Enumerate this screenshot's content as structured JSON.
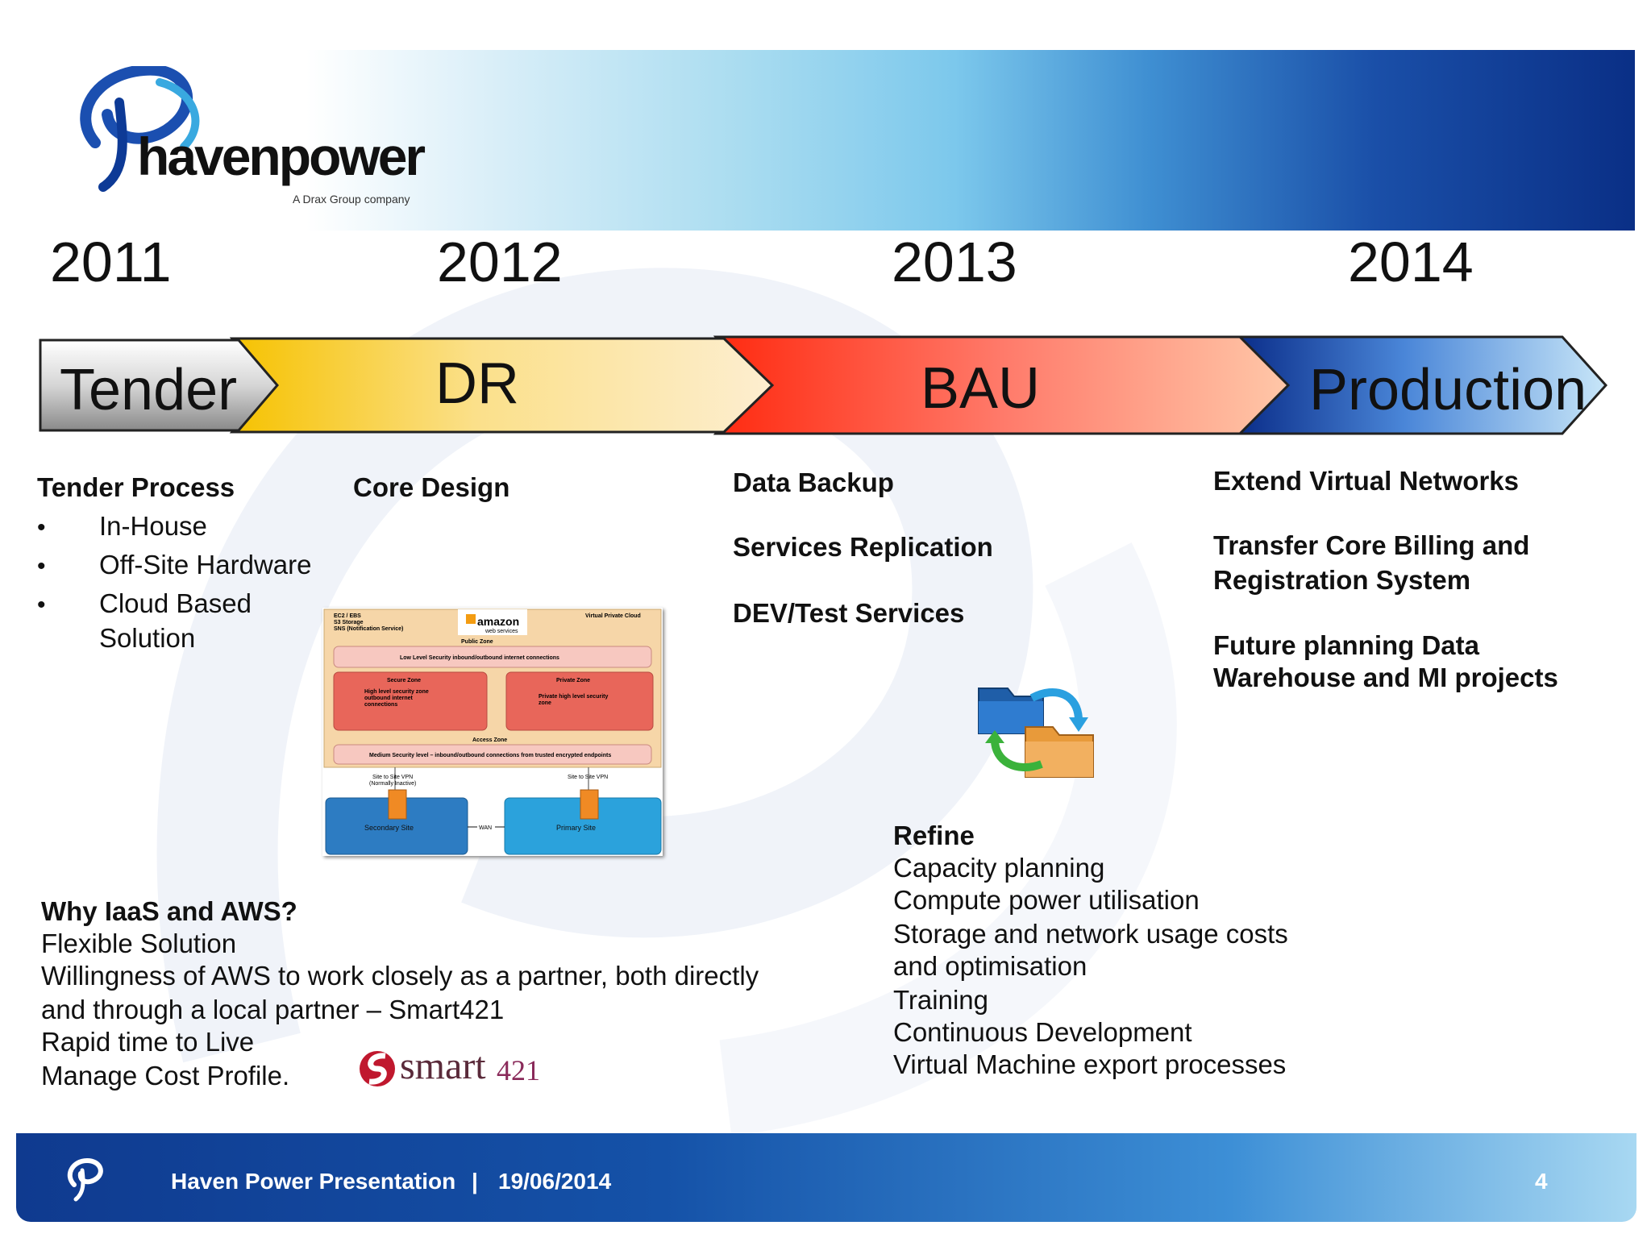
{
  "logo": {
    "name": "havenpower",
    "tagline": "A Drax Group company"
  },
  "years": [
    "2011",
    "2012",
    "2013",
    "2014"
  ],
  "phases": [
    "Tender",
    "DR",
    "BAU",
    "Production"
  ],
  "tender": {
    "heading": "Tender Process",
    "bullet": "•",
    "items": [
      "In-House",
      "Off-Site Hardware",
      "Cloud Based",
      "Solution"
    ]
  },
  "dr": {
    "heading": "Core Design"
  },
  "diagram": {
    "top_left": [
      "EC2 / EBS",
      "S3 Storage",
      "SNS (Notification Service)"
    ],
    "top_right": "Virtual Private Cloud",
    "brand": "amazon",
    "brand_sub": "web services",
    "public_zone": "Public Zone",
    "public_zone_desc": "Low Level Security inbound/outbound internet connections",
    "secure_zone": "Secure Zone",
    "secure_zone_desc": [
      "High level security zone",
      "outbound internet",
      "connections"
    ],
    "private_zone": "Private Zone",
    "private_zone_desc": [
      "Private high level security",
      "zone"
    ],
    "access_zone": "Access Zone",
    "access_zone_desc": "Medium Security level – inbound/outbound connections from trusted encrypted endpoints",
    "vpn_left": [
      "Site to Site VPN",
      "(Normally Inactive)"
    ],
    "vpn_right": "Site to Site VPN",
    "secondary_site": "Secondary Site",
    "wan": "WAN",
    "primary_site": "Primary Site"
  },
  "bau": {
    "items": [
      "Data Backup",
      "Services Replication",
      "DEV/Test  Services"
    ]
  },
  "production": {
    "items": [
      [
        "Extend Virtual Networks"
      ],
      [
        "Transfer Core Billing and",
        "Registration System"
      ],
      [
        "Future planning Data",
        "Warehouse and MI projects"
      ]
    ]
  },
  "refine": {
    "heading": "Refine",
    "lines": [
      "Capacity planning",
      "Compute power utilisation",
      "Storage and network usage costs",
      "and optimisation",
      "Training",
      "Continuous Development",
      "Virtual Machine export processes"
    ]
  },
  "why": {
    "heading": "Why IaaS and AWS?",
    "lines": [
      "Flexible Solution",
      "Willingness of AWS to work closely as a partner, both directly",
      "and through a local partner – Smart421",
      "Rapid time to Live",
      "Manage Cost Profile."
    ]
  },
  "smart_logo": {
    "text": "smart",
    "num": "421"
  },
  "footer": {
    "title": "Haven Power Presentation",
    "separator": "|",
    "date": "19/06/2014",
    "page": "4"
  },
  "colors": {
    "navy": "#0a2f86",
    "tender": "#c8c8c8",
    "dr": "#f5c400",
    "bau": "#ff3a1a",
    "production": "#1a4fb8"
  }
}
